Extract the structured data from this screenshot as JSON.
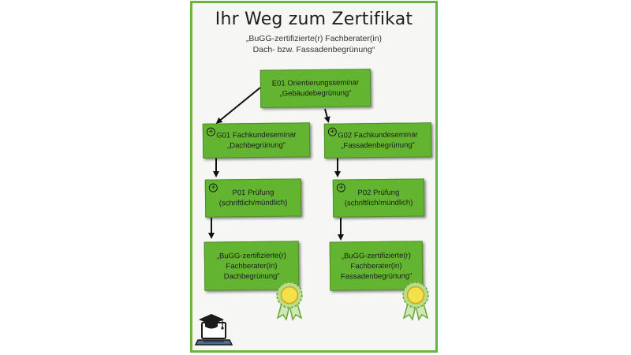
{
  "title": "Ihr Weg zum Zertifikat",
  "subtitle_line1": "„BuGG-zertifizierte(r) Fachberater(in)",
  "subtitle_line2": "Dach- bzw. Fassadenbegrünung“",
  "colors": {
    "border": "#6db33f",
    "box": "#63b531",
    "medal": "#f2e14a",
    "ribbon": "#8fc95a"
  },
  "nodes": {
    "e01": {
      "line1": "E01 Orientierungsseminar",
      "line2": "„Gebäudebegrünung“"
    },
    "g01": {
      "line1": "G01 Fachkundeseminar",
      "line2": "„Dachbegrünung“"
    },
    "g02": {
      "line1": "G02 Fachkundeseminar",
      "line2": "„Fassadenbegrünung“"
    },
    "p01": {
      "line1": "P01 Prüfung",
      "line2": "(schriftlich/mündlich)"
    },
    "p02": {
      "line1": "P02 Prüfung",
      "line2": "(schriftlich/mündlich)"
    },
    "c01": {
      "line1": "„BuGG-zertifizierte(r)",
      "line2": "Fachberater(in)",
      "line3": "Dachbegrünung“"
    },
    "c02": {
      "line1": "„BuGG-zertifizierte(r)",
      "line2": "Fachberater(in)",
      "line3": "Fassadenbegrünung“"
    }
  },
  "icons": [
    "plus-icon",
    "award-medal-icon",
    "graduation-laptop-icon"
  ]
}
